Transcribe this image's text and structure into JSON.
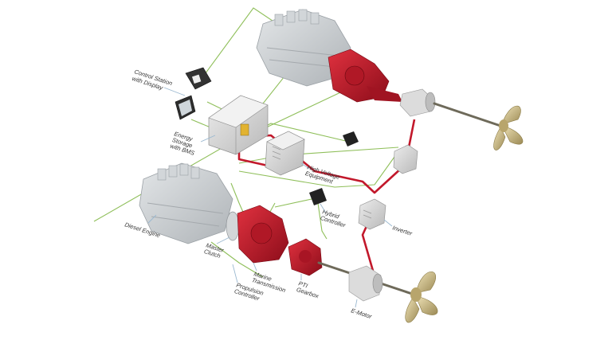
{
  "labels": {
    "control_station": [
      "Control Station",
      "with Display"
    ],
    "energy_storage": [
      "Energy",
      "Storage",
      "with BMS"
    ],
    "high_voltage": [
      "High Voltage",
      "Equipment"
    ],
    "hybrid_controller": [
      "Hybrid",
      "Controller"
    ],
    "inverter": "Inverter",
    "diesel_engine": "Diesel Engine",
    "master_clutch": [
      "Master",
      "Clutch"
    ],
    "marine_transmission": [
      "Marine",
      "Transmission"
    ],
    "pti_gearbox": [
      "PTI",
      "Gearbox"
    ],
    "propulsion_controller": [
      "Propulsion",
      "Controller"
    ],
    "e_motor": "E-Motor"
  },
  "colors": {
    "transmission_red": "#c2182b",
    "engine_grey": "#c9cdd0",
    "control_wire_green": "#8fbf5a",
    "power_wire_red": "#c2182b",
    "propeller_gold": "#c9b787"
  }
}
